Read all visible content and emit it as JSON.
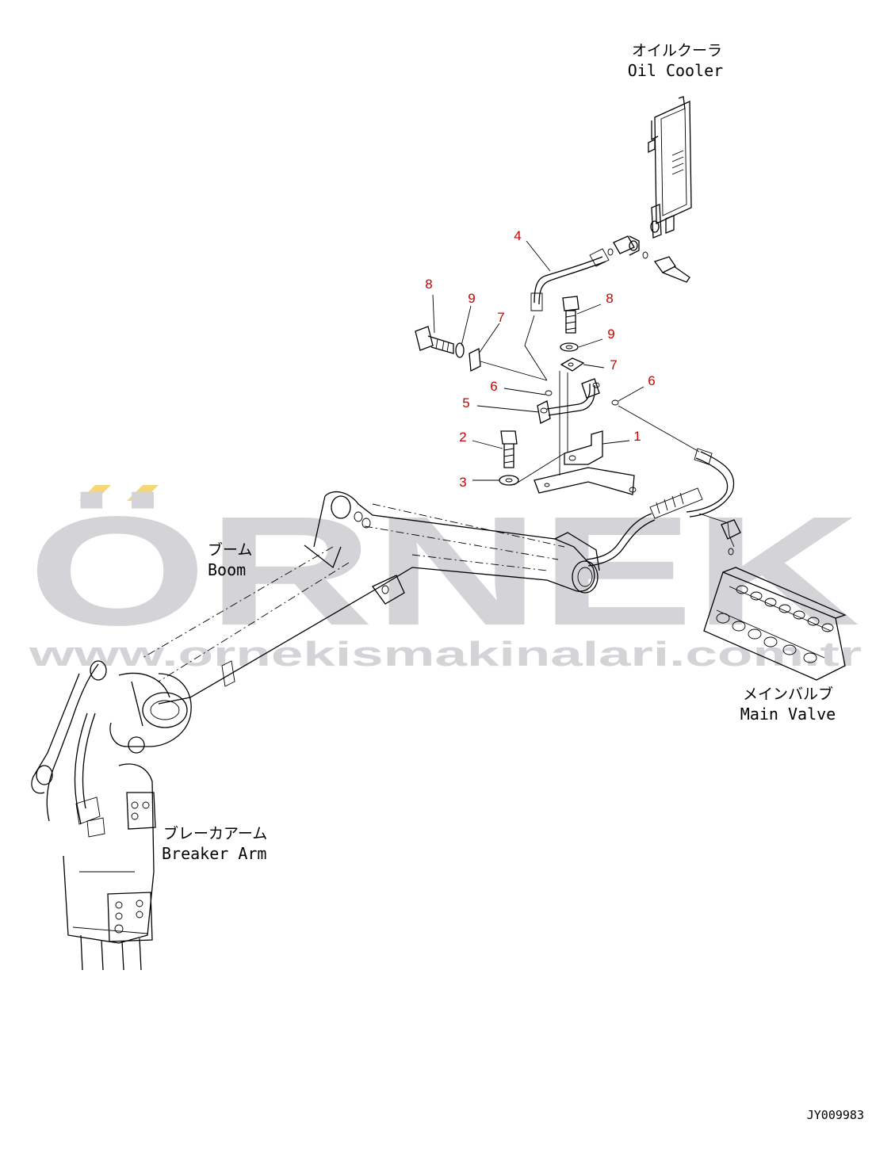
{
  "watermark": {
    "brand": "ÖRNEK",
    "url": "www.ornekismakinalari.com.tr",
    "text_color": "#d4d4d8",
    "accent_color": "#f5d77a"
  },
  "drawing_number": "JY009983",
  "component_labels": {
    "oil_cooler": {
      "ja": "オイルクーラ",
      "en": "Oil Cooler"
    },
    "boom": {
      "ja": "ブーム",
      "en": "Boom"
    },
    "main_valve": {
      "ja": "メインバルブ",
      "en": "Main Valve"
    },
    "breaker_arm": {
      "ja": "ブレーカアーム",
      "en": "Breaker Arm"
    }
  },
  "callout_color": "#cc0000",
  "callouts": [
    "1",
    "2",
    "3",
    "4",
    "5",
    "6",
    "6",
    "7",
    "7",
    "8",
    "8",
    "9",
    "9"
  ]
}
